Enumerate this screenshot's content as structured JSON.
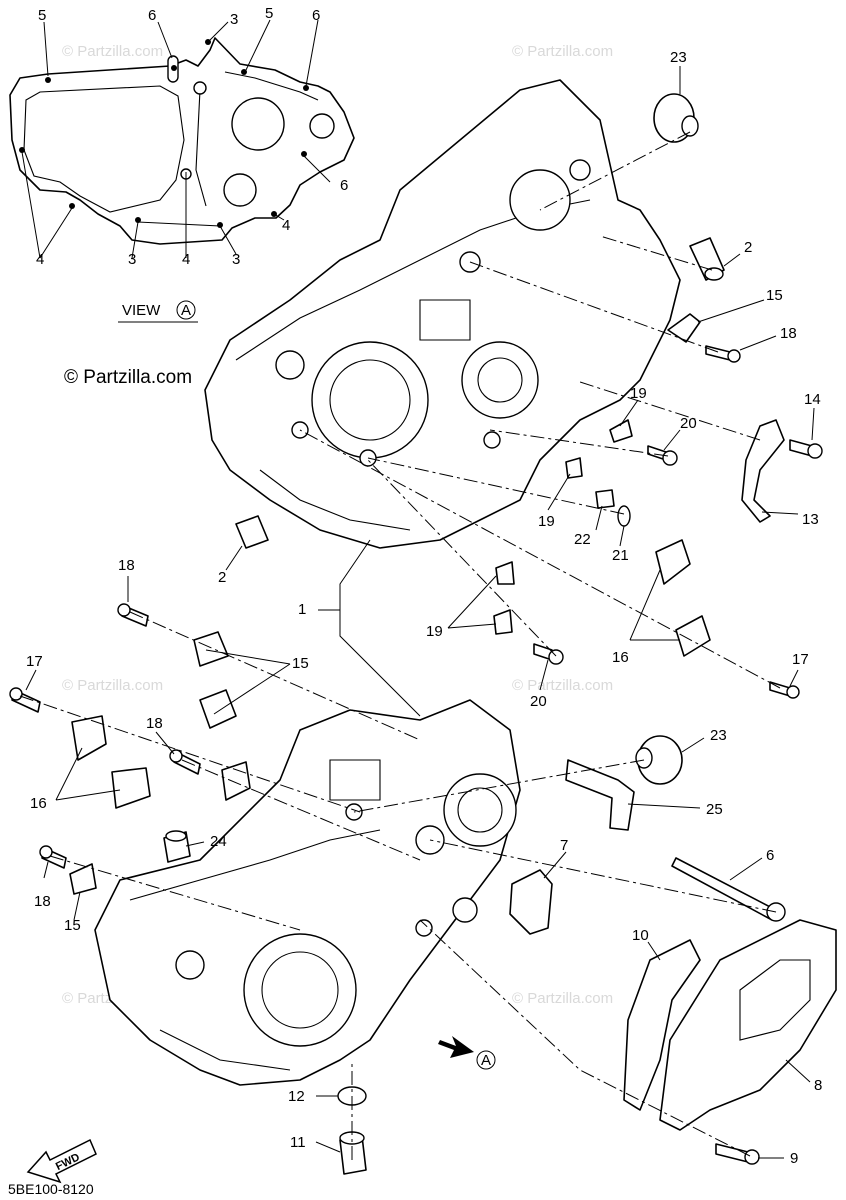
{
  "watermark": "© Partzilla.com",
  "copyright": "© Partzilla.com",
  "view_label": "VIEW",
  "view_marker": "A",
  "arrow_marker": "A",
  "fwd_label": "FWD",
  "diagram_code": "5BE100-8120",
  "callouts": [
    "1",
    "2",
    "3",
    "4",
    "5",
    "6",
    "7",
    "8",
    "9",
    "10",
    "11",
    "12",
    "13",
    "14",
    "15",
    "16",
    "17",
    "18",
    "19",
    "20",
    "21",
    "22",
    "23",
    "24",
    "25"
  ]
}
